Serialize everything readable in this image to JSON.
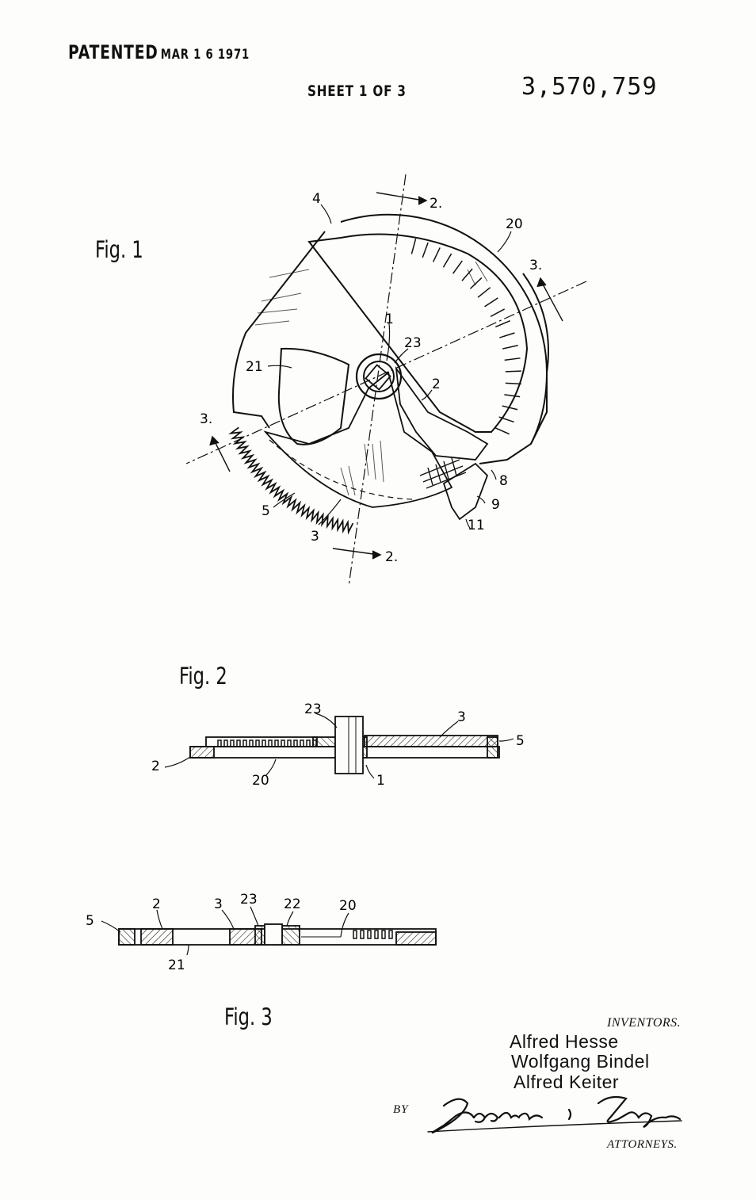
{
  "header": {
    "patented": "PATENTED",
    "date": "MAR 1 6 1971",
    "sheet": "SHEET 1 OF 3",
    "patent_number": "3,570,759"
  },
  "figures": {
    "fig1": {
      "label": "Fig. 1",
      "refs": {
        "r4": "4",
        "r2a": "2.",
        "r20": "20",
        "r3a": "3.",
        "r1": "1",
        "r23": "23",
        "r21": "21",
        "r2": "2",
        "r3b": "3.",
        "r8": "8",
        "r9": "9",
        "r5": "5",
        "r3": "3",
        "r11": "11",
        "r2b": "2."
      }
    },
    "fig2": {
      "label": "Fig. 2",
      "refs": {
        "r23": "23",
        "r3": "3",
        "r5": "5",
        "r2": "2",
        "r20": "20",
        "r1": "1"
      }
    },
    "fig3": {
      "label": "Fig. 3",
      "refs": {
        "r5": "5",
        "r2": "2",
        "r3": "3",
        "r23": "23",
        "r22": "22",
        "r20": "20",
        "r21": "21"
      }
    }
  },
  "inventors": {
    "heading": "INVENTORS.",
    "names": [
      "Alfred  Hesse",
      "Wolfgang  Bindel",
      "Alfred  Keiter"
    ]
  },
  "attorneys": {
    "by": "BY",
    "signature": "Spencer & Kaye",
    "label": "ATTORNEYS."
  }
}
